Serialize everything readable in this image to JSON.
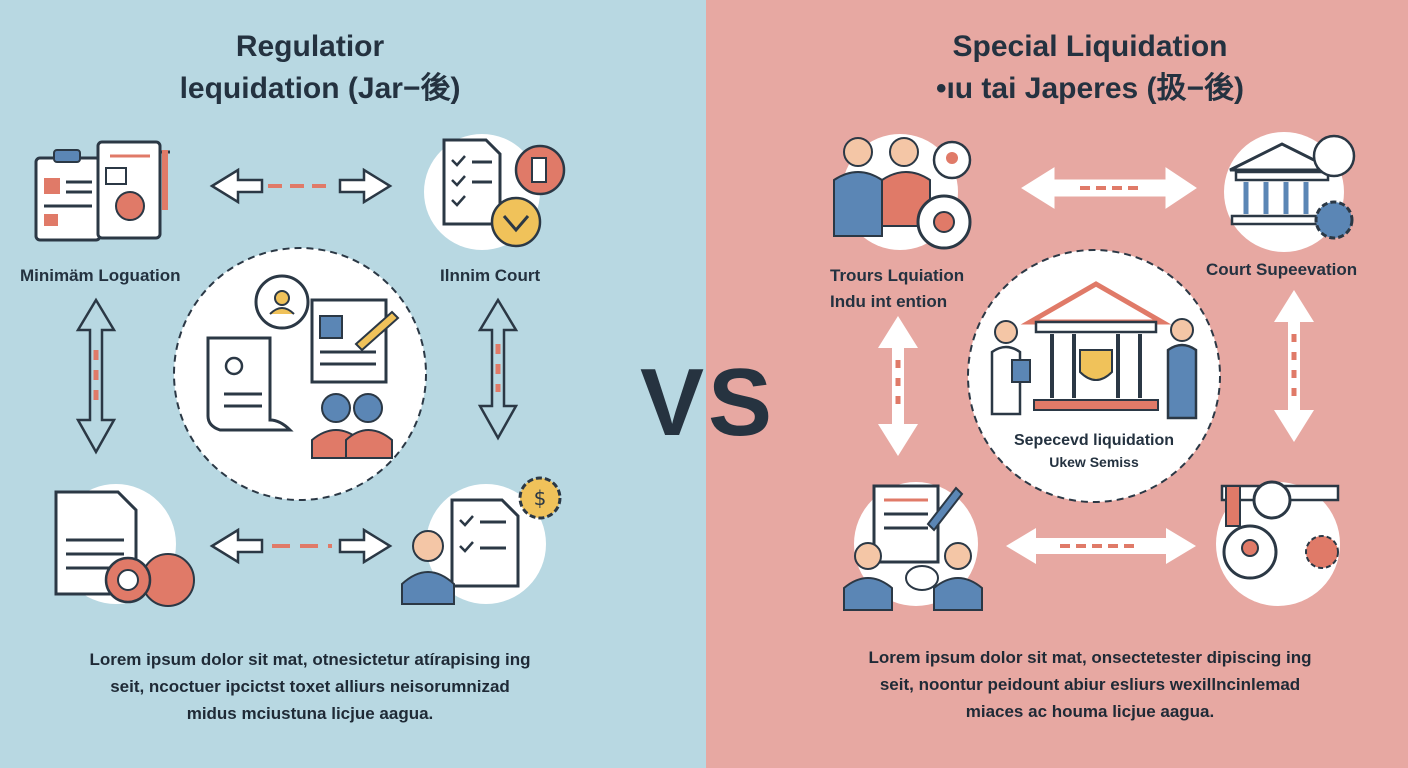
{
  "left": {
    "title_line1": "Regulatior",
    "title_line2": "lequidation (Jar−後)",
    "labels": {
      "top_left": "Minimäm Loguation",
      "top_right": "Ilnnim Court"
    },
    "lorem": [
      "Lorem ipsum dolor sit mat, otnesictetur atírapising ing",
      "seit, ncoctuer ipcictst toxet alliurs neisorumnizad",
      "midus mciustuna licjue aagua."
    ],
    "background": "#b8d8e2"
  },
  "right": {
    "title_line1": "Special Liquidation",
    "title_line2": "•ıu tai Japeres (扱−後)",
    "labels": {
      "top_left_1": "Trours Lquiation",
      "top_left_2": "Indu int ention",
      "top_right": "Court Supeevation",
      "center_1": "Sepecevd liquidation",
      "center_2": "Ukew Semiss"
    },
    "lorem": [
      "Lorem ipsum dolor sit mat, onsectetester dipiscing ing",
      "seit, noontur peidount abiur esliurs wexillncinlemad",
      "miaces ac houma licjue aagua."
    ],
    "background": "#e7a8a2"
  },
  "vs_label": "VS",
  "colors": {
    "ink": "#243240",
    "accent_red": "#e07a68",
    "accent_blue": "#5b86b5",
    "accent_yellow": "#f0c25a"
  }
}
